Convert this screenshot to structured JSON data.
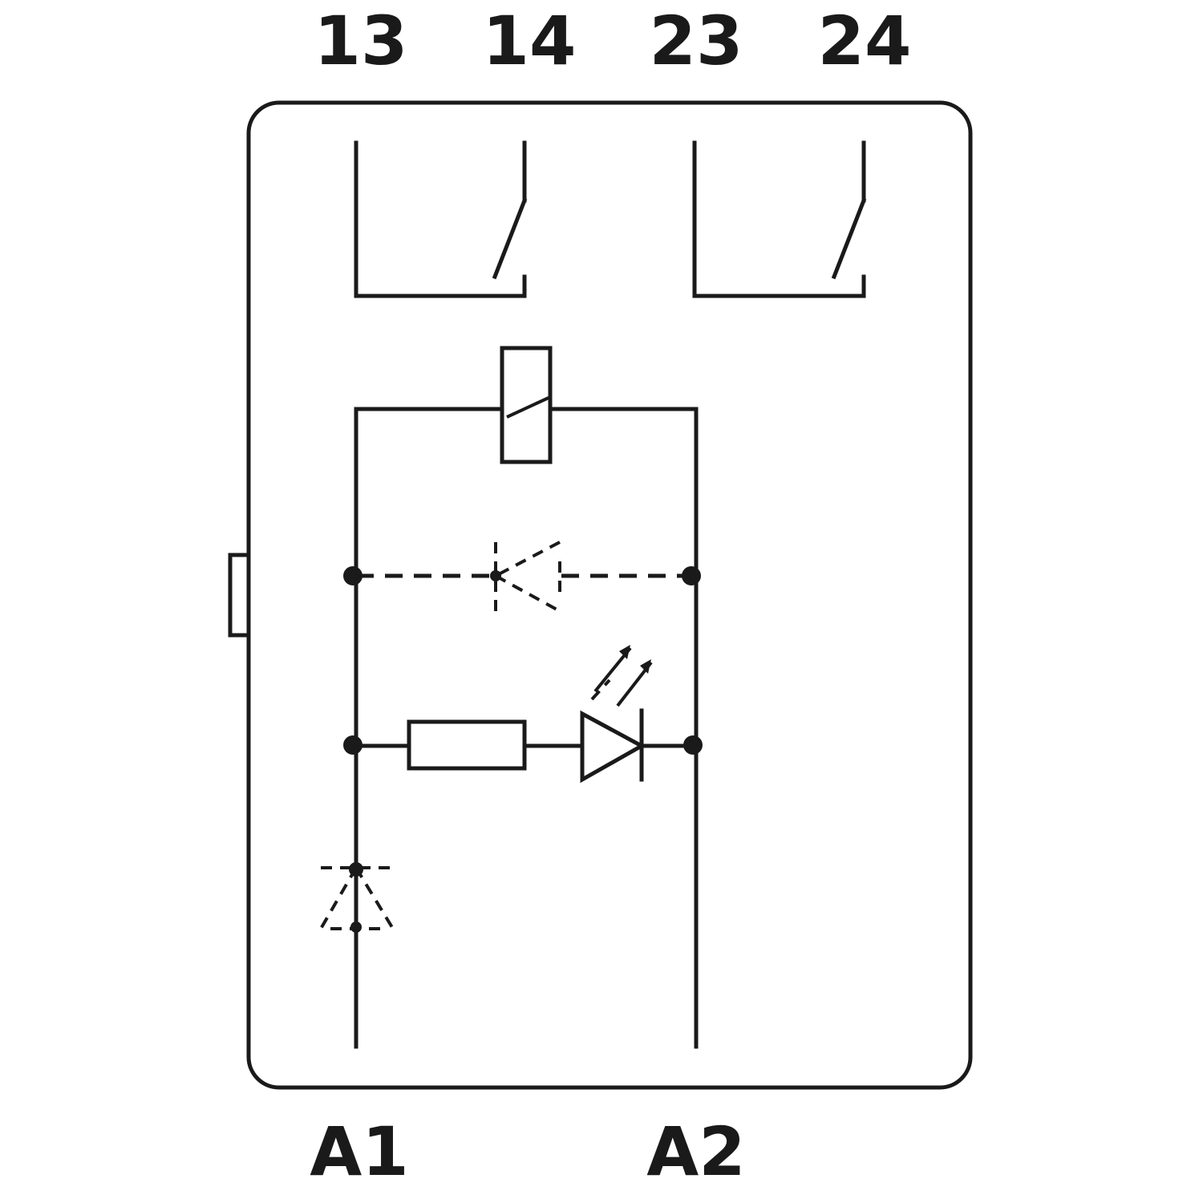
{
  "terminals": {
    "top": [
      "13",
      "14",
      "23",
      "24"
    ],
    "bottom": [
      "A1",
      "A2"
    ]
  },
  "colors": {
    "line": "#1a1a1a",
    "background": "#ffffff"
  },
  "components": [
    "relay-coil",
    "contact-13-14",
    "contact-23-24",
    "protection-diode-optional",
    "series-resistor",
    "status-led",
    "polarity-protection-diode-optional"
  ]
}
